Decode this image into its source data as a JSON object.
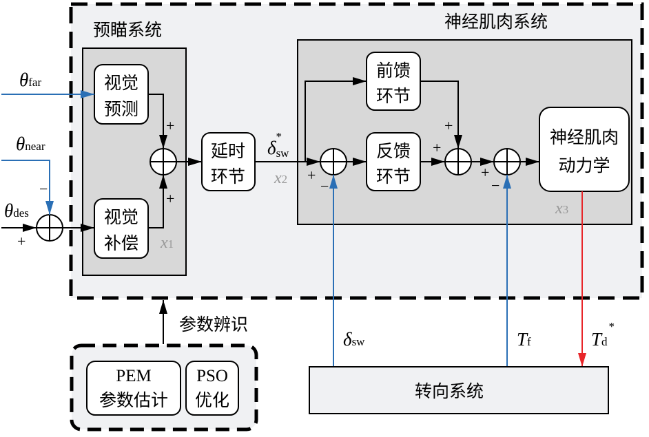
{
  "groups": {
    "preview_system": "预瞄系统",
    "neuromuscular_system": "神经肌肉系统",
    "param_identification_label": "参数辨识",
    "steering_system": "转向系统"
  },
  "blocks": {
    "visual_prediction": [
      "视觉",
      "预测"
    ],
    "visual_compensation": [
      "视觉",
      "补偿"
    ],
    "delay": [
      "延时",
      "环节"
    ],
    "feedforward": [
      "前馈",
      "环节"
    ],
    "feedback": [
      "反馈",
      "环节"
    ],
    "nm_dynamics": [
      "神经肌肉",
      "动力学"
    ],
    "pem": [
      "PEM",
      "参数估计"
    ],
    "pso": [
      "PSO",
      "优化"
    ]
  },
  "signals": {
    "theta_far": {
      "main": "θ",
      "sub": "far"
    },
    "theta_near": {
      "main": "θ",
      "sub": "near"
    },
    "theta_des": {
      "main": "θ",
      "sub": "des"
    },
    "delta_sw_star": {
      "main": "δ",
      "sub": "sw",
      "sup": "*"
    },
    "delta_sw": {
      "main": "δ",
      "sub": "sw"
    },
    "T_f": {
      "main": "T",
      "sub": "f"
    },
    "T_d_star": {
      "main": "T",
      "sub": "d",
      "sup": "*"
    }
  },
  "states": {
    "x1": {
      "main": "x",
      "sub": "1"
    },
    "x2": {
      "main": "x",
      "sub": "2"
    },
    "x3": {
      "main": "x",
      "sub": "3"
    }
  },
  "signs": {
    "plus": "+",
    "minus": "−"
  },
  "colors": {
    "blue_signal": "#2a6fb5",
    "red_signal": "#e8262a",
    "group_bg": "#f0f1f3",
    "subsystem_bg": "#d8d8d8"
  }
}
